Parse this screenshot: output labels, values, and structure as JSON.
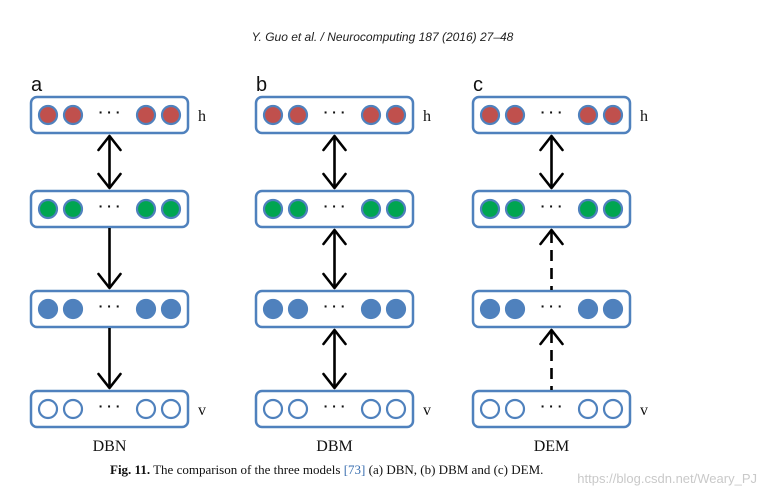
{
  "header": {
    "text": "Y. Guo et al. / Neurocomputing 187 (2016) 27–48"
  },
  "panels": [
    {
      "letter": "a",
      "name": "DBN",
      "connections": [
        "double-arrow",
        "arrow-down",
        "arrow-down"
      ]
    },
    {
      "letter": "b",
      "name": "DBM",
      "connections": [
        "double-arrow",
        "double-arrow",
        "double-arrow"
      ]
    },
    {
      "letter": "c",
      "name": "DEM",
      "connections": [
        "double-arrow",
        "dashed-arrow-up",
        "dashed-arrow-up"
      ]
    }
  ],
  "layers": [
    {
      "fill": "#c0504d",
      "side_label": "h"
    },
    {
      "fill": "#00a550",
      "side_label": ""
    },
    {
      "fill": "#4f81bd",
      "side_label": ""
    },
    {
      "fill": "#ffffff",
      "side_label": "v"
    }
  ],
  "ellipsis": "· · ·",
  "colors": {
    "box_border": "#4f81bd",
    "arrow": "#000000"
  },
  "caption": {
    "label": "Fig. 11.",
    "text_before": "The comparison of the three models",
    "ref": "[73]",
    "text_after": "(a) DBN, (b) DBM and (c) DEM."
  },
  "watermark": "https://blog.csdn.net/Weary_PJ"
}
